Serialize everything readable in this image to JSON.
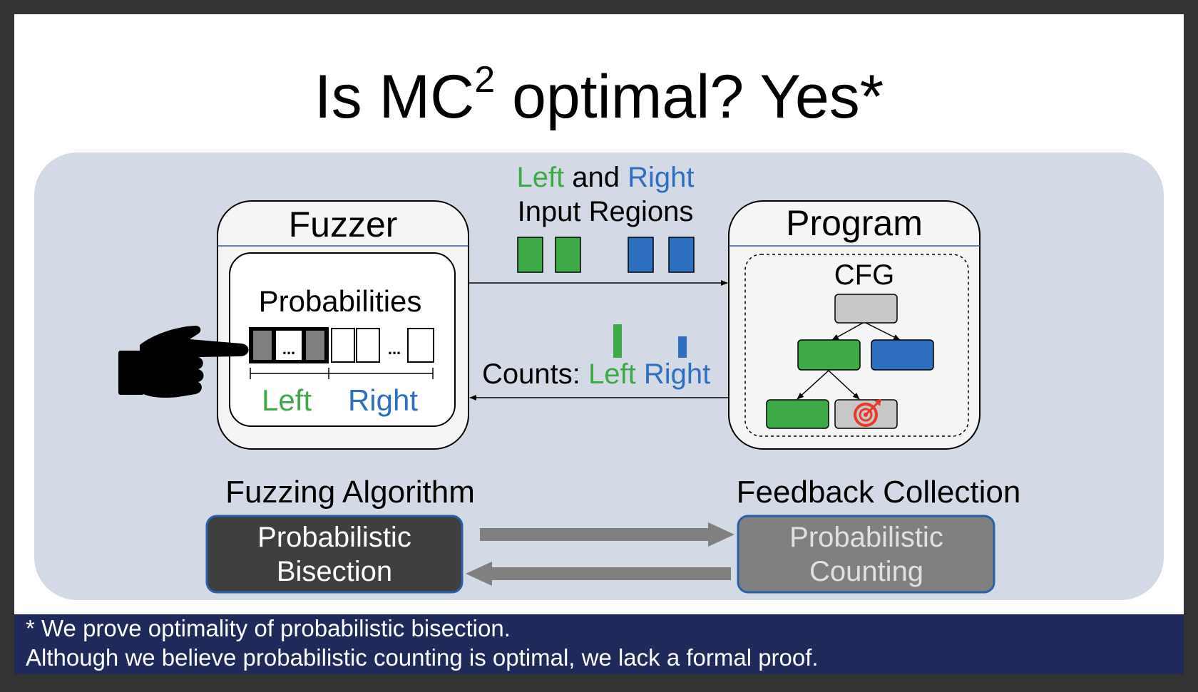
{
  "slide": {
    "title": {
      "main": "Is MC",
      "sup": "2",
      "rest": " optimal? Yes*"
    },
    "fuzzer": {
      "title": "Fuzzer",
      "inner_title": "Probabilities",
      "dots": "...",
      "left_label": "Left",
      "right_label": "Right"
    },
    "program": {
      "title": "Program",
      "cfg_label": "CFG"
    },
    "input_regions": {
      "left": "Left",
      "and": " and ",
      "right": "Right",
      "line2": "Input Regions"
    },
    "counts": {
      "label": "Counts: ",
      "left": "Left",
      "right": "Right"
    },
    "bottom": {
      "fuzzing_algorithm": "Fuzzing Algorithm",
      "feedback_collection": "Feedback Collection",
      "bisection_line1": "Probabilistic",
      "bisection_line2": "Bisection",
      "counting_line1": "Probabilistic",
      "counting_line2": "Counting"
    },
    "footnote": {
      "line1": "* We prove optimality of probabilistic bisection.",
      "line2": "Although we believe probabilistic counting is optimal, we lack a formal proof."
    }
  },
  "colors": {
    "green": "#3daa47",
    "blue": "#2f6fbf",
    "panel": "#d3dae6",
    "footer": "#1f2a5a",
    "dark_box": "#3f3f3f",
    "gray_box": "#808080",
    "target": "#e8392b"
  },
  "icons": [
    "pointing-hand-icon",
    "target-icon"
  ]
}
